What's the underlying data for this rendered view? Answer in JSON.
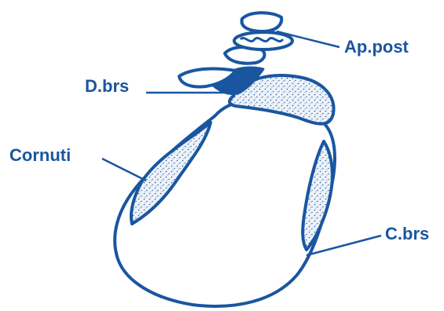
{
  "diagram": {
    "colors": {
      "ink": "#1a56a0",
      "stipple_fill": "#eef3f9",
      "background": "#ffffff"
    },
    "labels": {
      "ap_post": "Ap.post",
      "d_brs": "D.brs",
      "cornuti": "Cornuti",
      "c_brs": "C.brs"
    }
  }
}
